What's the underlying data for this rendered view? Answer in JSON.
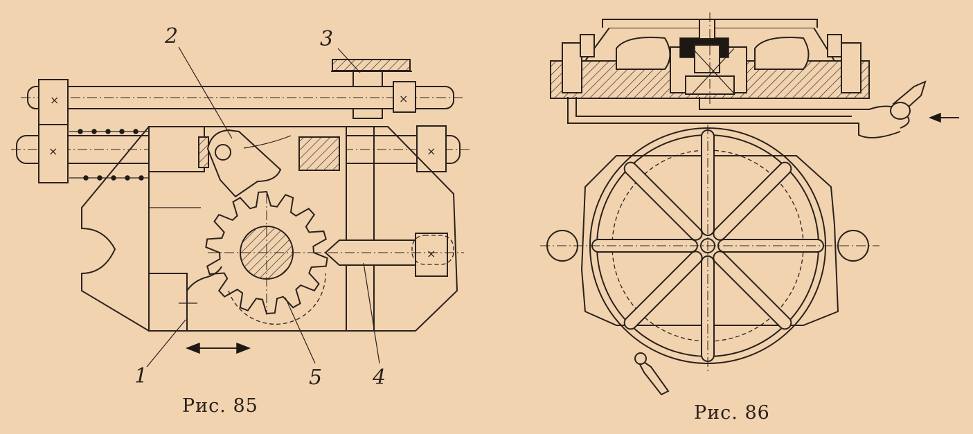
{
  "figures": [
    {
      "caption": "Рис. 85",
      "labels": [
        "1",
        "2",
        "3",
        "4",
        "5"
      ]
    },
    {
      "caption": "Рис. 86"
    }
  ],
  "colors": {
    "paper": "#f1d3b0",
    "ink": "#2a211b"
  }
}
